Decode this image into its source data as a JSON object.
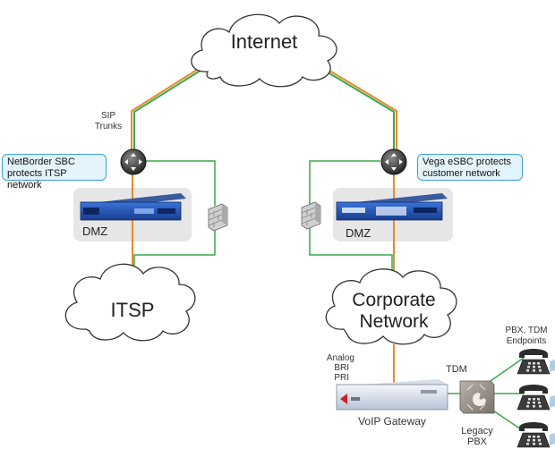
{
  "clouds": {
    "internet": "Internet",
    "itsp": "ITSP",
    "corporate_line1": "Corporate",
    "corporate_line2": "Network"
  },
  "callouts": {
    "netborder_line1": "NetBorder SBC",
    "netborder_line2": "protects ITSP network",
    "vega_line1": "Vega eSBC protects",
    "vega_line2": "customer network"
  },
  "labels": {
    "sip_line1": "SIP",
    "sip_line2": "Trunks",
    "dmz_left": "DMZ",
    "dmz_right": "DMZ",
    "analog_line1": "Analog",
    "analog_line2": "BRI",
    "analog_line3": "PRI",
    "tdm": "TDM",
    "voip_gateway": "VoIP Gateway",
    "endpoints_line1": "PBX, TDM",
    "endpoints_line2": "Endpoints",
    "legacy_line1": "Legacy",
    "legacy_line2": "PBX"
  },
  "colors": {
    "trunk_orange": "#e88a2e",
    "green_link": "#3aa84a",
    "callout_border": "#3d9ed8",
    "callout_fill": "#e4f4fc",
    "device_blue": "#1f4fb0",
    "dmz_fill": "#e6e6e6"
  },
  "icons": [
    "router-icon",
    "firewall-icon",
    "sbc-appliance",
    "voip-gateway-device",
    "pbx-switch-icon",
    "telephone-icon"
  ]
}
